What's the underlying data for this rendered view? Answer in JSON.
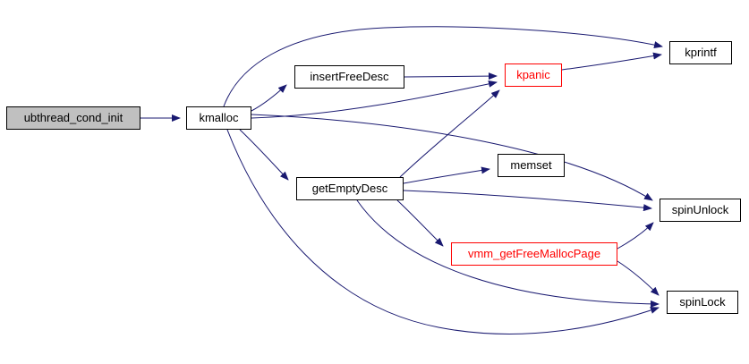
{
  "diagram": {
    "type": "call-graph",
    "colors": {
      "background": "#ffffff",
      "edge": "#191970",
      "node_border": "#000000",
      "node_fill": "#ffffff",
      "node_text": "#000000",
      "root_fill": "#c0c0c0",
      "truncated_border": "#ff0000",
      "truncated_text": "#ff0000"
    },
    "nodes": [
      {
        "id": "ubthread_cond_init",
        "label": "ubthread_cond_init",
        "type": "root"
      },
      {
        "id": "kmalloc",
        "label": "kmalloc",
        "type": "normal"
      },
      {
        "id": "insertFreeDesc",
        "label": "insertFreeDesc",
        "type": "normal"
      },
      {
        "id": "kpanic",
        "label": "kpanic",
        "type": "truncated"
      },
      {
        "id": "kprintf",
        "label": "kprintf",
        "type": "normal"
      },
      {
        "id": "getEmptyDesc",
        "label": "getEmptyDesc",
        "type": "normal"
      },
      {
        "id": "memset",
        "label": "memset",
        "type": "normal"
      },
      {
        "id": "spinUnlock",
        "label": "spinUnlock",
        "type": "normal"
      },
      {
        "id": "vmm_getFreeMallocPage",
        "label": "vmm_getFreeMallocPage",
        "type": "truncated"
      },
      {
        "id": "spinLock",
        "label": "spinLock",
        "type": "normal"
      }
    ],
    "edges": [
      {
        "from": "ubthread_cond_init",
        "to": "kmalloc"
      },
      {
        "from": "kmalloc",
        "to": "insertFreeDesc"
      },
      {
        "from": "kmalloc",
        "to": "kpanic"
      },
      {
        "from": "kmalloc",
        "to": "kprintf"
      },
      {
        "from": "kmalloc",
        "to": "getEmptyDesc"
      },
      {
        "from": "kmalloc",
        "to": "spinUnlock"
      },
      {
        "from": "kmalloc",
        "to": "spinLock"
      },
      {
        "from": "insertFreeDesc",
        "to": "kpanic"
      },
      {
        "from": "kpanic",
        "to": "kprintf"
      },
      {
        "from": "getEmptyDesc",
        "to": "kpanic"
      },
      {
        "from": "getEmptyDesc",
        "to": "memset"
      },
      {
        "from": "getEmptyDesc",
        "to": "spinUnlock"
      },
      {
        "from": "getEmptyDesc",
        "to": "vmm_getFreeMallocPage"
      },
      {
        "from": "getEmptyDesc",
        "to": "spinLock"
      },
      {
        "from": "vmm_getFreeMallocPage",
        "to": "spinUnlock"
      },
      {
        "from": "vmm_getFreeMallocPage",
        "to": "spinLock"
      }
    ]
  }
}
